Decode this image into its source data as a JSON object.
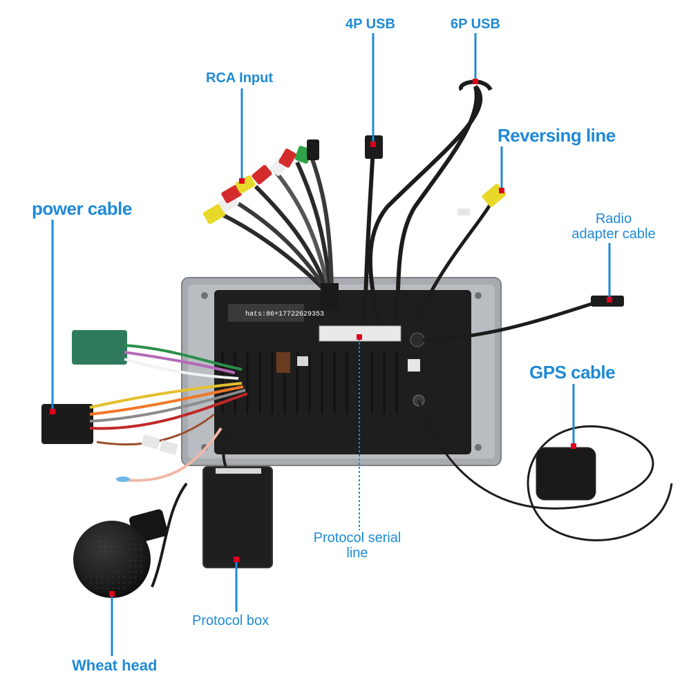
{
  "labels": {
    "usb4p": "4P USB",
    "usb6p": "6P USB",
    "rca_input": "RCA Input",
    "reversing_line": "Reversing line",
    "power_cable": "power cable",
    "radio_adapter_line1": "Radio",
    "radio_adapter_line2": "adapter cable",
    "gps_cable": "GPS cable",
    "protocol_serial_line1": "Protocol serial",
    "protocol_serial_line2": "line",
    "protocol_box": "Protocol box",
    "wheat_head": "Wheat head"
  },
  "head_unit_sticker": "hats:86+17722629353",
  "colors": {
    "label_blue": "#1f8ad6",
    "marker_red": "#e0001b",
    "frame_gray": "#9a9ea3",
    "cable_black": "#1c1c1c"
  }
}
